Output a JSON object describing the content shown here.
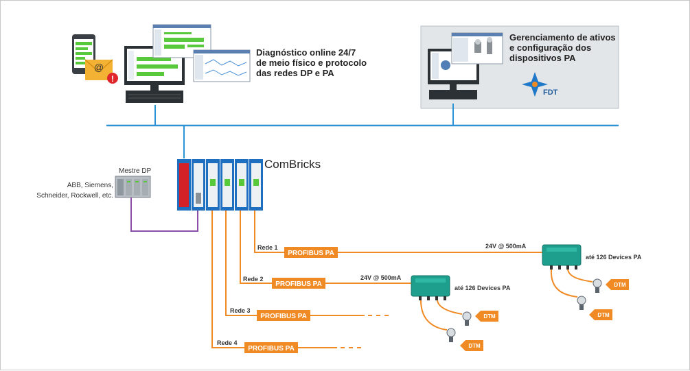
{
  "texts": {
    "diag_line1": "Diagnóstico online 24/7",
    "diag_line2": "de meio físico e protocolo",
    "diag_line3": "das redes DP e PA",
    "asset_line1": "Gerenciamento de ativos",
    "asset_line2": "e configuração dos",
    "asset_line3": "dispositivos PA",
    "fdt_logo": "FDT",
    "combricks": "ComBricks",
    "master_title": "Mestre DP",
    "master_brands1": "ABB, Siemens,",
    "master_brands2": "Schneider, Rockwell, etc."
  },
  "networks": [
    {
      "rede": "Rede 1",
      "label": "PROFIBUS PA",
      "power": "24V @ 500mA",
      "devices": "até 126 Devices PA",
      "dtm": "DTM"
    },
    {
      "rede": "Rede 2",
      "label": "PROFIBUS PA",
      "power": "24V @ 500mA",
      "devices": "até 126 Devices PA",
      "dtm": "DTM"
    },
    {
      "rede": "Rede 3",
      "label": "PROFIBUS PA"
    },
    {
      "rede": "Rede 4",
      "label": "PROFIBUS PA"
    }
  ],
  "colors": {
    "network_blue": "#2c92d6",
    "pa_orange": "#f08a24",
    "dp_purple": "#8b4ea6",
    "box_teal": "#1e9e8c",
    "panel_gray": "#e3e6e8"
  }
}
